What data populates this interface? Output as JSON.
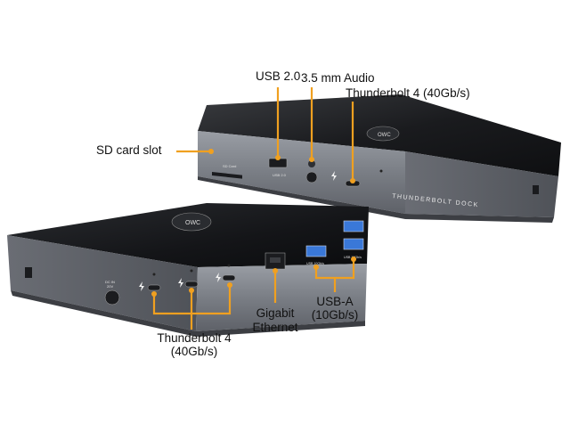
{
  "labels": {
    "usb2": "USB 2.0",
    "audio": "3.5 mm Audio",
    "tb_top": "Thunderbolt 4 (40Gb/s)",
    "sd": "SD card slot",
    "gigabit": "Gigabit",
    "ethernet": "Ethernet",
    "usba": "USB-A",
    "usba_speed": "(10Gb/s)",
    "tb_bottom": "Thunderbolt 4",
    "tb_bottom_speed": "(40Gb/s)"
  },
  "device_text": {
    "brand": "THUNDERBOLT DOCK",
    "sd_card": "SD Card",
    "usb_20": "USB 2.0",
    "dc_in": "DC IN",
    "dc_volt": "20V",
    "usb_10a": "USB 10Gb/s",
    "usb_10b": "USB 10Gb/s"
  },
  "colors": {
    "callout": "#f0a020",
    "top_panel": "#16171a",
    "body_metal": "#7c8087",
    "port": "#222428",
    "usb_blue": "#3a78d8"
  },
  "icons": [
    "thunderbolt-icon",
    "owl-logo-icon",
    "audio-port-icon",
    "ethernet-port-icon"
  ]
}
